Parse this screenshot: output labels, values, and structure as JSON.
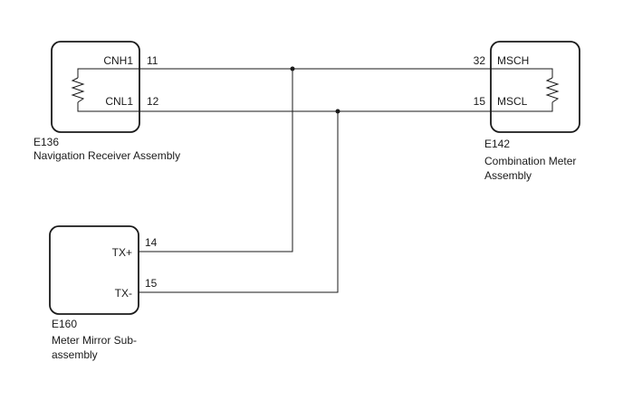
{
  "components": {
    "navigation_receiver": {
      "code": "E136",
      "name": "Navigation Receiver Assembly",
      "pins": [
        {
          "label": "CNH1",
          "number": "11"
        },
        {
          "label": "CNL1",
          "number": "12"
        }
      ]
    },
    "combination_meter": {
      "code": "E142",
      "name_line1": "Combination Meter",
      "name_line2": "Assembly",
      "pins": [
        {
          "label": "MSCH",
          "number": "32"
        },
        {
          "label": "MSCL",
          "number": "15"
        }
      ]
    },
    "meter_mirror": {
      "code": "E160",
      "name_line1": "Meter Mirror Sub-",
      "name_line2": "assembly",
      "pins": [
        {
          "label": "TX+",
          "number": "14"
        },
        {
          "label": "TX-",
          "number": "15"
        }
      ]
    }
  }
}
